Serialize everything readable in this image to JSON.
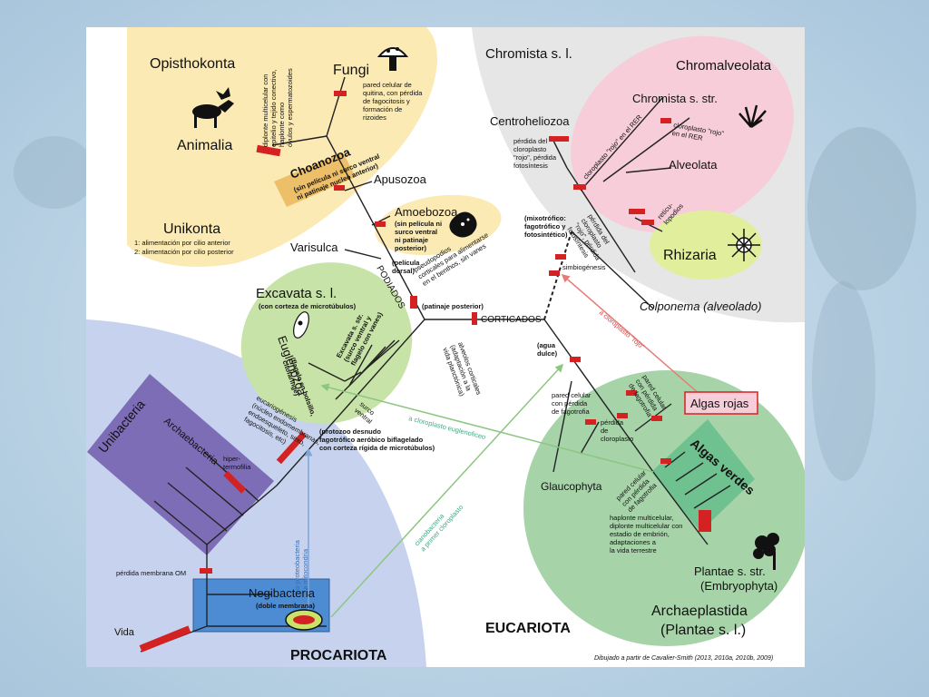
{
  "regions": {
    "procariota": "PROCARIOTA",
    "eucariota": "EUCARIOTA"
  },
  "groups": {
    "opisthokonta": "Opisthokonta",
    "fungi": "Fungi",
    "animalia": "Animalia",
    "choanozoa": "Choanozoa",
    "unikonta": "Unikonta",
    "unikonta_note1": "1: alimentación por cilio anterior",
    "unikonta_note2": "2: alimentación por cilio posterior",
    "apusozoa": "Apusozoa",
    "amoebozoa": "Amoebozoa",
    "varisulca": "Varisulca",
    "podiados": "PODIADOS",
    "excavata": "Excavata s. l.",
    "euglenozoa": "Euglenozoa",
    "corticados": "CORTICADOS",
    "chromista_sl": "Chromista s. l.",
    "chromalveolata": "Chromalveolata",
    "chromista_str": "Chromista s. str.",
    "centroheliozoa": "Centroheliozoa",
    "alveolata": "Alveolata",
    "rhizaria": "Rhizaria",
    "colponema": "Colponema (alveolado)",
    "algas_rojas": "Algas rojas",
    "algas_verdes": "Algas verdes",
    "glaucophyta": "Glaucophyta",
    "plantae_str": "Plantae s. str.",
    "embryophyta": "(Embryophyta)",
    "archaeplastida": "Archaeplastida",
    "plantae_sl": "(Plantae s. l.)",
    "unibacteria": "Unibacteria",
    "archaebacteria": "Archaebacteria",
    "negibacteria": "Negibacteria",
    "doble_membrana": "(doble membrana)",
    "vida": "Vida"
  },
  "annotations": {
    "fungi_trait": [
      "pared celular de",
      "quitina, con pérdida",
      "de fagocitosis y",
      "formación de",
      "rizoides"
    ],
    "animalia_trait": [
      "diplonte multicelular con",
      "epitelio y tejido conectivo,",
      "haplonte como",
      "óvulos y espermatozoides"
    ],
    "choanozoa_trait": [
      "(sin película ni surco ventral",
      "ni patinaje nucleo anterior)"
    ],
    "amoebozoa_trait": [
      "(sin película ni",
      "surco ventral",
      "ni patinaje",
      "posterior)"
    ],
    "pelicula_dorsal": [
      "(película",
      "dorsal)"
    ],
    "pseudopodios": [
      "pseudopodios",
      "corticales para alimentarse",
      "en el benthos, sin vanes"
    ],
    "patinaje_posterior": "(patinaje posterior)",
    "excavata_trait": "(con corteza de microtúbulos)",
    "excavata_str": [
      "Excavata s. str.",
      "(surco ventral y",
      "flagelo con vanes)"
    ],
    "euglenozoa_trait": [
      "(flagelo en bolsillo,",
      "citofaringe)"
    ],
    "surco_ventral": [
      "surco",
      "ventral"
    ],
    "protozoo": [
      "(protozoo desnudo",
      "fagotrófico aeróbico biflagelado",
      "con corteza rígida de microtúbulos)"
    ],
    "eucariogenesis": [
      "eucariogénesis",
      "(núcleo endomembranas,",
      "endoesqueleto, sexo,",
      "fagocitosis, etc)"
    ],
    "alveolos": [
      "alveolos corticales",
      "(adaptación a la",
      "vida planctónica)"
    ],
    "agua_dulce": [
      "(agua",
      "dulce)"
    ],
    "mixotrofico": [
      "(mixotrófico:",
      "fagotrófico y",
      "fotosintético)"
    ],
    "simbiogenesis": "simbiogénesis",
    "centro_trait": [
      "pérdida del",
      "cloroplasto",
      "\"rojo\", pérdida",
      "fotosíntesis"
    ],
    "cloroplasto_rer": "cloroplasto \"rojo\" en el RER",
    "chromista_str_trait": [
      "cloroplasto \"rojo\"",
      "en el RER"
    ],
    "rhizaria_loss": [
      "pérdida del",
      "cloroplasto",
      "\"rojo\", pérdida",
      "fotosíntesis"
    ],
    "reticulopodios": [
      "retícu-",
      "lopodios"
    ],
    "cloroplasto_rojo_arrow": "a cloroplasto \"rojo\"",
    "pared_glauco": [
      "pared celular",
      "con pérdida",
      "de fagotrofia"
    ],
    "perdida_cloroplasto": [
      "pérdida",
      "de",
      "cloroplasto"
    ],
    "pared_rojas": [
      "pared celular",
      "con pérdida",
      "de fagotrofia"
    ],
    "pared_verdes": [
      "pared celular",
      "con pérdida",
      "de fagotrofia"
    ],
    "haplonte": [
      "haplonte multicelular,",
      "diplonte multicelular con",
      "estadio de embrión,",
      "adaptaciones a",
      "la vida terrestre"
    ],
    "euglenico_arrow": "a cloroplasto euglenoficeo",
    "cianobacteria_arrow": [
      "cianobacteria",
      "a primer cloroplasto"
    ],
    "alfa_arrow": [
      "α-proteobacteria",
      "a mitocondria"
    ],
    "hipertermofilia": [
      "hiper-",
      "termofilia"
    ],
    "perdida_om": "pérdida membrana OM"
  },
  "credit": "Dibujado a partir de Cavalier-Smith (2013, 2010a, 2010b, 2009)",
  "colors": {
    "opisthokonta": "#fbeab4",
    "amoebozoa": "#fbeab4",
    "excavata": "#c7e3a7",
    "chromista_sl": "#e6e6e6",
    "chromalveolata": "#f6cdd8",
    "rhizaria": "#e1ef9c",
    "archaeplastida": "#a6d4a8",
    "algas_verdes": "#6fc190",
    "procariota": "#c7d3ee",
    "unibacteria": "#7c6db6",
    "negibacteria": "#4d8bd2",
    "choanozoa": "#edbf68",
    "trait_mark": "#d42222",
    "red_arrow": "#e67b78",
    "green_arrow": "#8cc680",
    "blue_arrow": "#7ea6d8"
  },
  "icons": {
    "animalia": "moose-silhouette-icon",
    "fungi": "mushroom-icon",
    "amoebozoa": "amoeba-icon",
    "euglenozoa": "euglena-icon",
    "chromista_str": "kelp-icon",
    "rhizaria": "radiolarian-icon",
    "plantae": "flower-icon",
    "negibacteria": "bacterium-icon"
  }
}
